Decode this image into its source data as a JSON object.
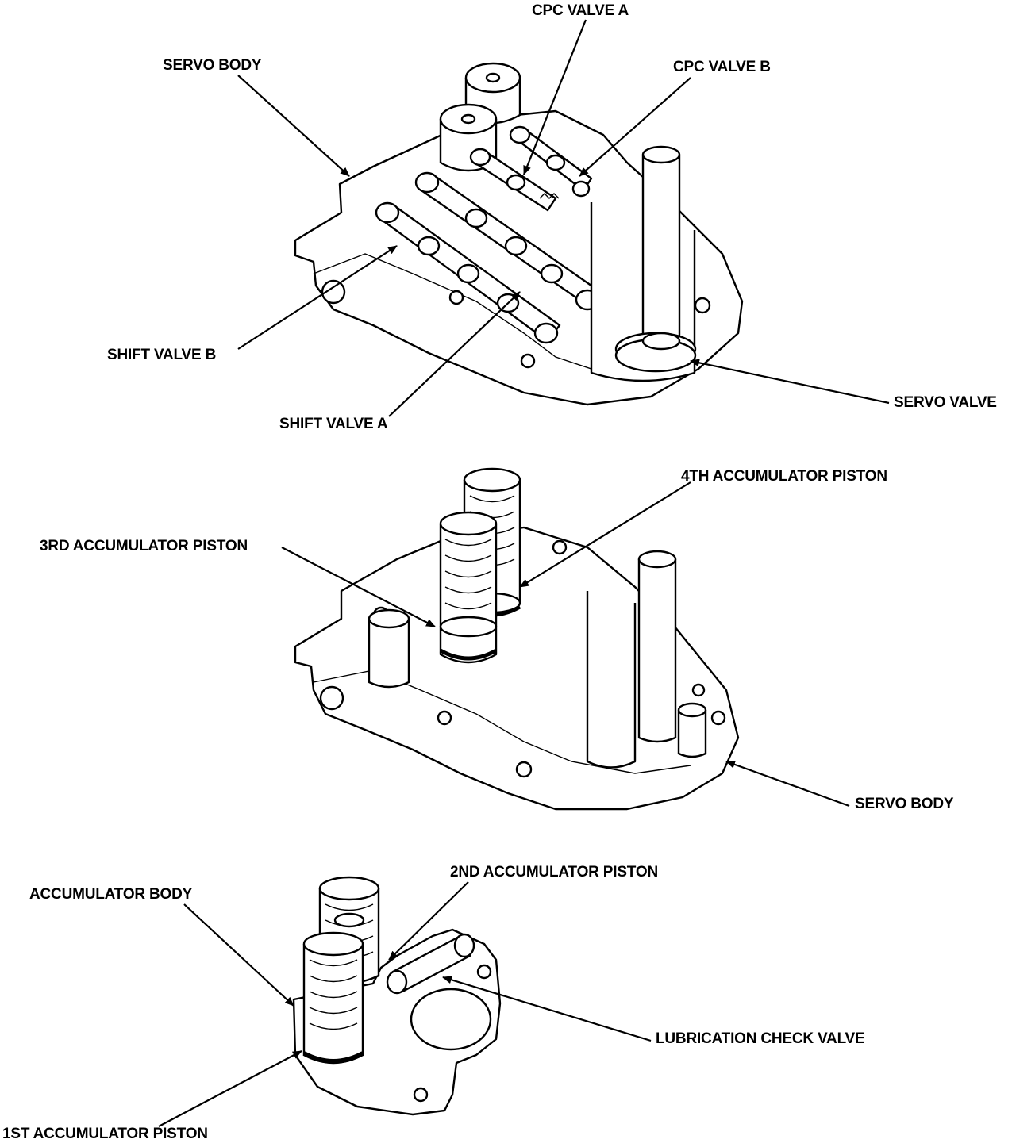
{
  "labels": {
    "cpc_valve_a": "CPC VALVE A",
    "cpc_valve_b": "CPC VALVE B",
    "servo_body_top": "SERVO BODY",
    "shift_valve_b": "SHIFT VALVE B",
    "shift_valve_a": "SHIFT VALVE A",
    "servo_valve": "SERVO VALVE",
    "fourth_accumulator_piston": "4TH ACCUMULATOR PISTON",
    "third_accumulator_piston": "3RD ACCUMULATOR PISTON",
    "servo_body_middle": "SERVO BODY",
    "accumulator_body": "ACCUMULATOR BODY",
    "second_accumulator_piston": "2ND ACCUMULATOR PISTON",
    "lubrication_check_valve": "LUBRICATION CHECK VALVE",
    "first_accumulator_piston": "1ST ACCUMULATOR PISTON"
  }
}
